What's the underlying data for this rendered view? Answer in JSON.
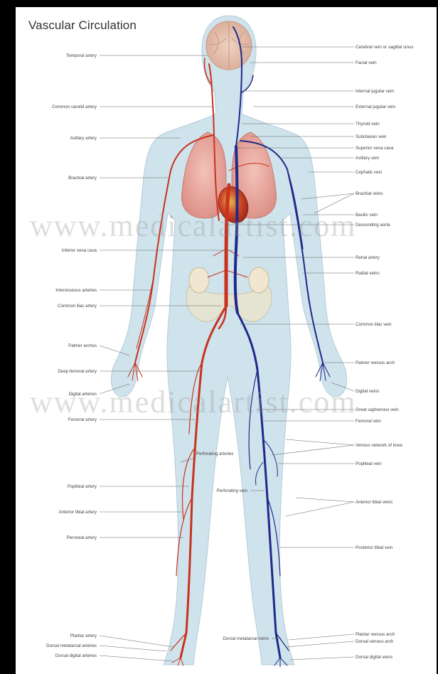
{
  "title": "Vascular Circulation",
  "watermark": "www.medicalartist.com",
  "colors": {
    "artery": "#c8321e",
    "vein": "#1e2a8a",
    "body": "#cfe3ec",
    "lung": "#e9a8a0",
    "heart": "#c9452a"
  },
  "left_labels": [
    "Temporal artery",
    "Common carotid artery",
    "Axillary artery",
    "Brachial artery",
    "Inferior vena cava",
    "Interosseous arteries",
    "Common iliac artery",
    "Palmer arches",
    "Deep femoral artery",
    "Digital arteries",
    "Femoral artery",
    "Popliteal artery",
    "Anterior tibial artery",
    "Peroneal artery",
    "Plantar artery",
    "Dorsal metatarsal arteries",
    "Dorsal digital arteries"
  ],
  "center_labels": [
    "Perforating arteries",
    "Perforating vein",
    "Dorsal metatarsal veins"
  ],
  "right_labels": [
    "Cerebral vein or sagittal sinus",
    "Facial vein",
    "Internal jugular vein",
    "External jugular vein",
    "Thyroid vein",
    "Subclavian vein",
    "Superior vena cava",
    "Axillary vein",
    "Cephalic vein",
    "Brachial veins",
    "Basilic vein",
    "Descending aorta",
    "Renal artery",
    "Radial veins",
    "Common iliac vein",
    "Palmer venous arch",
    "Digital veins",
    "Great saphenous vein",
    "Femoral vein",
    "Venous network of knee",
    "Popliteal vein",
    "Anterior tibial veins",
    "Posterior tibial vein",
    "Plantar venous arch",
    "Dorsal venous arch",
    "Dorsal digital veins"
  ]
}
